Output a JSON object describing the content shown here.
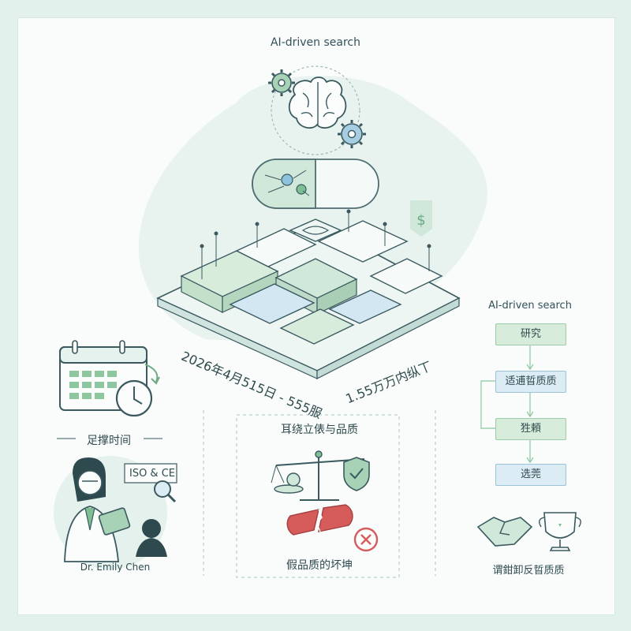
{
  "header": {
    "top_label": "AI-driven search"
  },
  "isometric": {
    "date_label": "2026年4月515日 - 555服",
    "amount_label": "1.55万万内纵丅"
  },
  "flow": {
    "title": "AI-driven search",
    "steps": [
      "研究",
      "适逋晢质质",
      "狌頼",
      "选莞"
    ]
  },
  "calendar": {
    "label": "足撑时间"
  },
  "person": {
    "name": "Dr. Emily Chen",
    "badge": "ISO & CE"
  },
  "center": {
    "title": "耳绕立俵与品质",
    "bottom_label": "假品质的坏坤"
  },
  "reward": {
    "label": "谓鉗卸反晢质质"
  },
  "icons": [
    "gear-icon",
    "brain-icon",
    "capsule-icon",
    "dollar-tag-icon",
    "calendar-icon",
    "clock-icon",
    "magnifier-icon",
    "balance-scale-icon",
    "shield-check-icon",
    "broken-capsule-icon",
    "x-circle-icon",
    "handshake-icon",
    "trophy-icon"
  ],
  "colors": {
    "background": "#e3f1ec",
    "green": "#7dbf93",
    "blue": "#8fc2dd",
    "red": "#d65c5c",
    "ink": "#2f4a4e"
  }
}
